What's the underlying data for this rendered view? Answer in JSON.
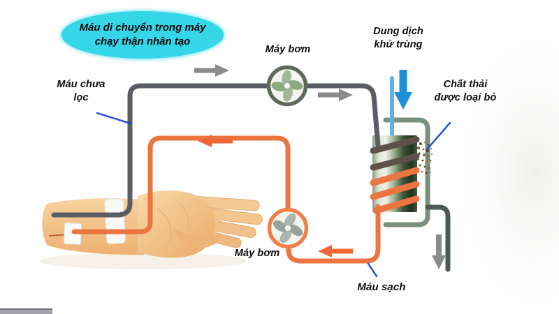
{
  "title_bubble": {
    "text_line1": "Máu di chuyển trong máy",
    "text_line2": "chạy thận nhân tạo"
  },
  "labels": {
    "pump_top": "Máy bơm",
    "pump_bottom": "Máy bơm",
    "unfiltered_blood_line1": "Máu chưa",
    "unfiltered_blood_line2": "lọc",
    "disinfectant_line1": "Dung dịch",
    "disinfectant_line2": "khử trùng",
    "waste_removed_line1": "Chất thải",
    "waste_removed_line2": "được loại bỏ",
    "clean_blood": "Máu sạch"
  },
  "colors": {
    "bubble_fill": "#35d6e8",
    "unfiltered_tube": "#5a5e64",
    "clean_tube": "#ec7440",
    "dialyzer_coil_dark": "#5d5149",
    "disinfectant_tube": "#5fb3e4",
    "disinfectant_arrow": "#1f8ed8",
    "housing_tube": "#79907f",
    "waste_tube": "#4c5a54",
    "flow_arrow_gray": "#8b8b8b",
    "flow_arrow_orange": "#f06838",
    "pointer_line": "#1d49d8",
    "pump_top_ring": "#5f6a5c",
    "pump_bottom_ring": "#ef8049",
    "text": "#0d0d0d"
  }
}
